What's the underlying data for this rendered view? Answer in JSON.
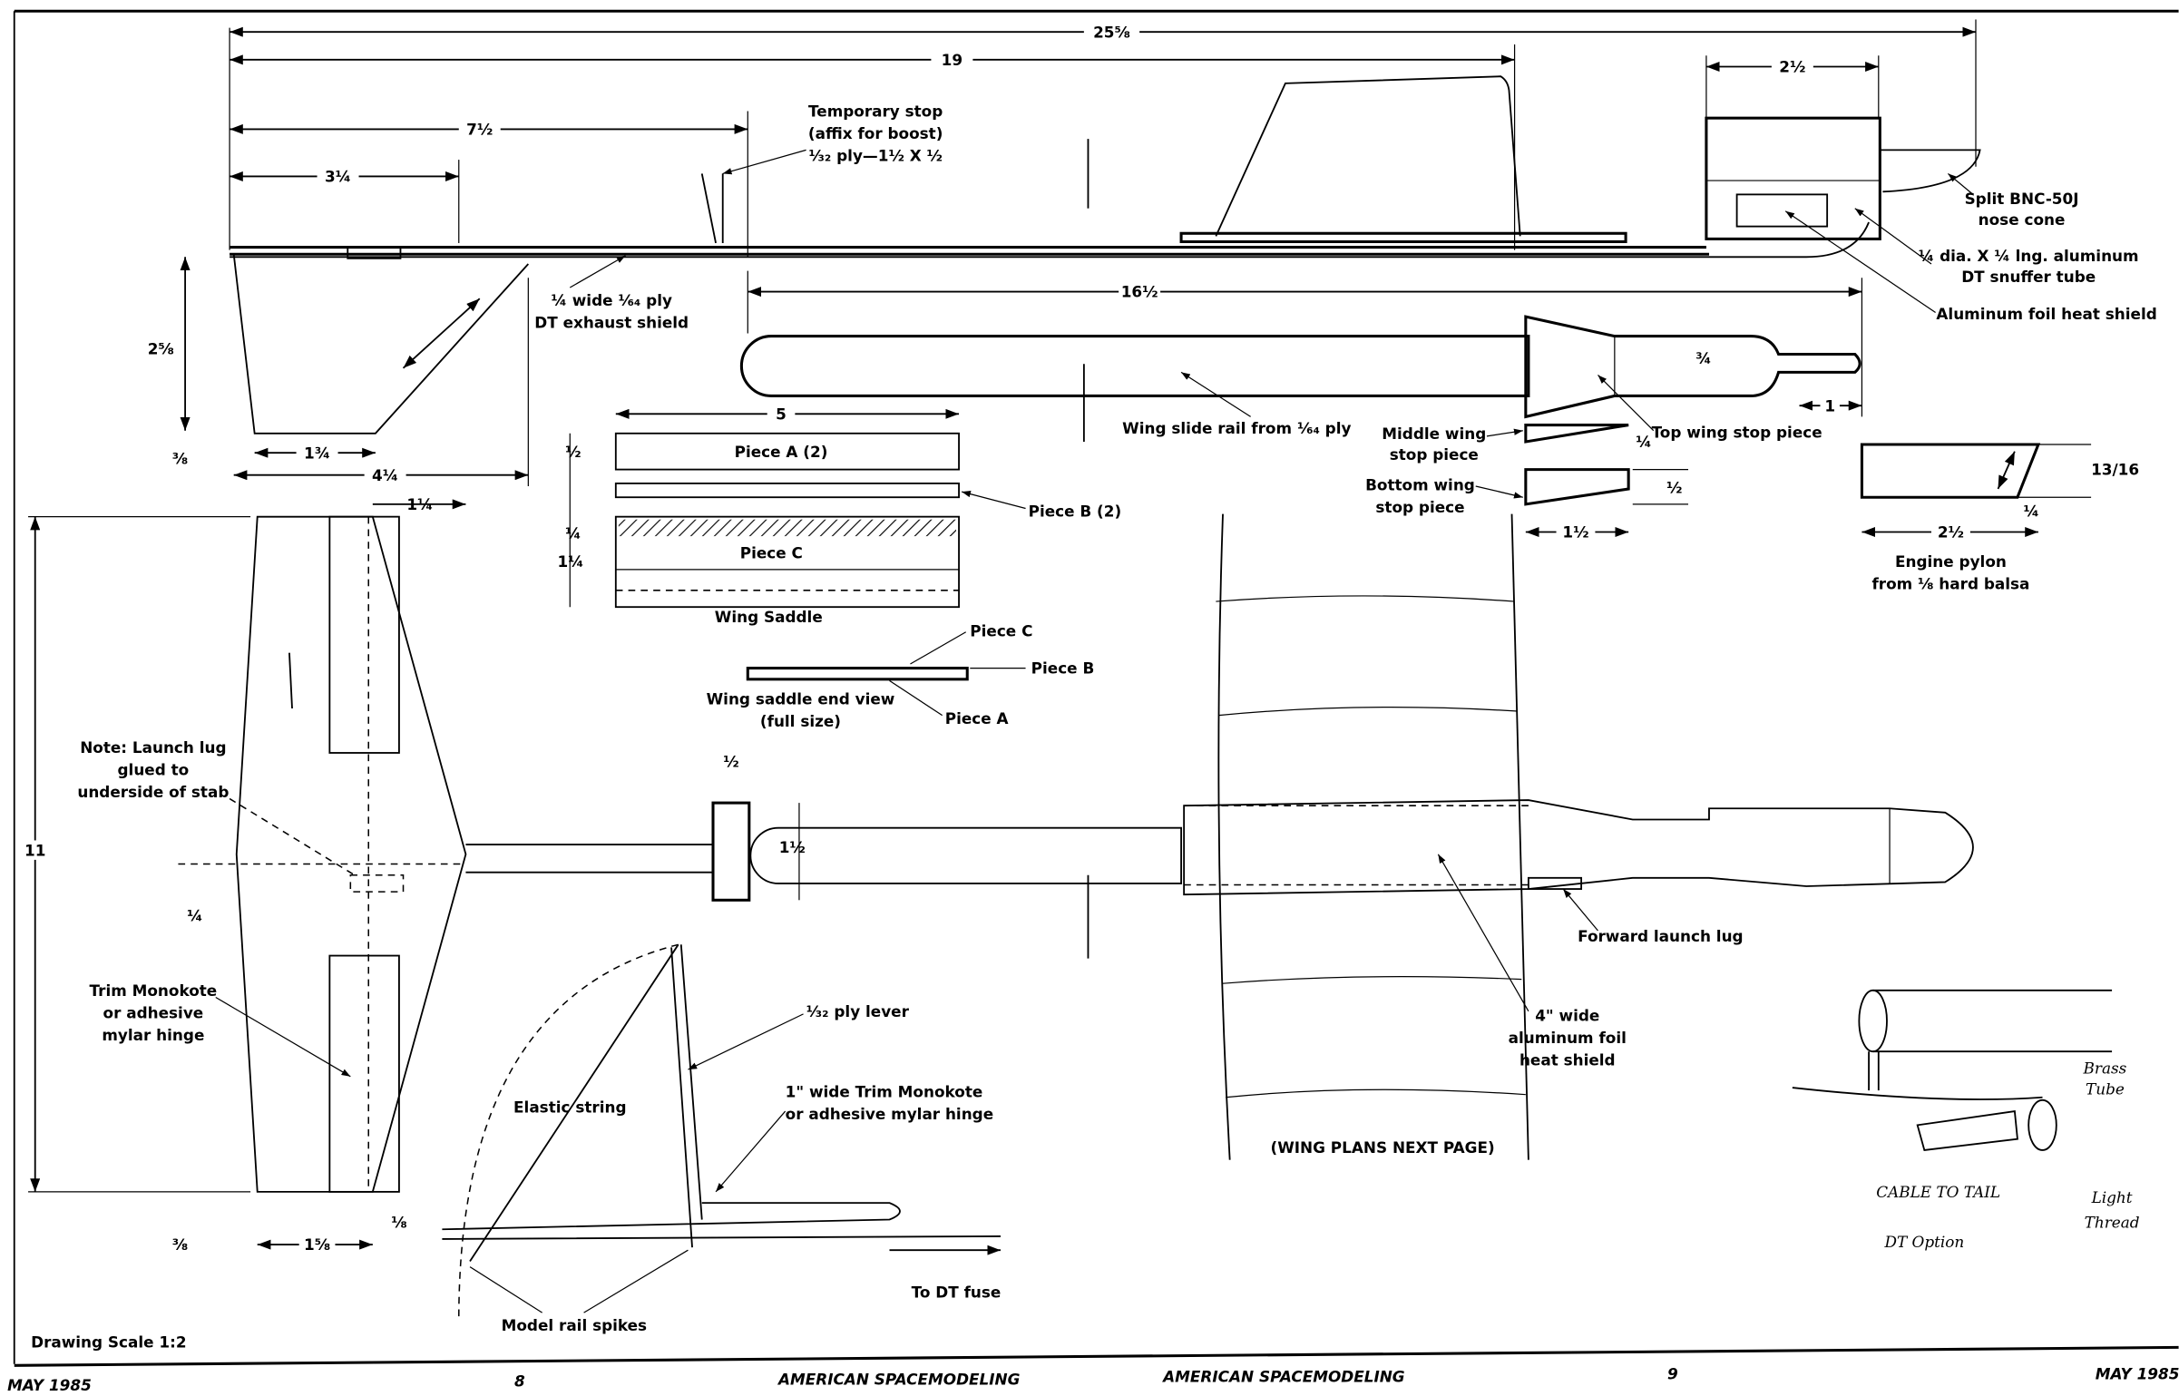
{
  "dims": {
    "overall": "25⅝",
    "fuselage": "19",
    "fin_pos": "7½",
    "fin_root": "3¼",
    "nose": "2½",
    "rail": "16½",
    "fin_height": "2⅝",
    "fin_tip": "1¾",
    "fin_base": "4¼",
    "fin_gap": "⅜",
    "stab_tip_offset": "1¼",
    "stab_span": "11",
    "stab_gap": "¼",
    "stab_bottom_gap": "⅜",
    "stab_chord": "1⅝",
    "stab_tail": "⅛",
    "saddle_len": "5",
    "saddle_a": "½",
    "saddle_b": "¼",
    "saddle_c": "1¼",
    "rail_dia": "¾",
    "rail_tip": "1",
    "stop_top": "¼",
    "stop_h": "½",
    "stop_len": "1½",
    "pylon_len": "2½",
    "pylon_h": "13/16",
    "pylon_off": "¼",
    "lug_w": "½",
    "lug_h": "1½"
  },
  "labels": {
    "temp_stop": [
      "Temporary stop",
      "(affix for boost)",
      "¹⁄₃₂ ply—1½ X ½"
    ],
    "exhaust_shield": [
      "¼ wide ¹⁄₆₄ ply",
      "DT exhaust shield"
    ],
    "nose_cone": [
      "Split BNC-50J",
      "nose cone"
    ],
    "snuffer": [
      "¼ dia. X ¼ lng. aluminum",
      "DT snuffer tube"
    ],
    "heat_shield": "Aluminum foil heat shield",
    "wing_rail": "Wing slide rail from ¹⁄₆₄ ply",
    "middle_stop": [
      "Middle wing",
      "stop piece"
    ],
    "top_stop": "Top wing stop piece",
    "bottom_stop": [
      "Bottom wing",
      "stop piece"
    ],
    "piece_a": "Piece A (2)",
    "piece_b": "Piece B (2)",
    "piece_c": "Piece C",
    "wing_saddle": "Wing Saddle",
    "end_view": [
      "Wing saddle end view",
      "(full size)"
    ],
    "end_c": "Piece C",
    "end_b": "Piece B",
    "end_a": "Piece A",
    "engine_pylon": [
      "Engine pylon",
      "from ⅛ hard balsa"
    ],
    "launch_lug_note": [
      "Note: Launch lug",
      "glued to",
      "underside of stab"
    ],
    "trim": [
      "Trim Monokote",
      "or adhesive",
      "mylar hinge"
    ],
    "ply_lever": "¹⁄₃₂ ply lever",
    "elastic": "Elastic string",
    "hinge_1in": [
      "1\" wide Trim Monokote",
      "or adhesive mylar hinge"
    ],
    "rail_spikes": "Model rail spikes",
    "to_dt": "To DT fuse",
    "forward_lug": "Forward launch lug",
    "foil_4in": [
      "4\" wide",
      "aluminum foil",
      "heat shield"
    ],
    "wing_plans": "(WING PLANS NEXT PAGE)",
    "drawing_scale": "Drawing Scale 1:2",
    "dt_option": "DT Option",
    "brass_tube": [
      "Brass",
      "Tube"
    ],
    "light_thread": [
      "Light",
      "Thread"
    ],
    "cable": "CABLE TO TAIL"
  },
  "footer": {
    "left_date": "MAY 1985",
    "left_page": "8",
    "left_mag": "AMERICAN SPACEMODELING",
    "right_mag": "AMERICAN SPACEMODELING",
    "right_page": "9",
    "right_date": "MAY 1985"
  }
}
